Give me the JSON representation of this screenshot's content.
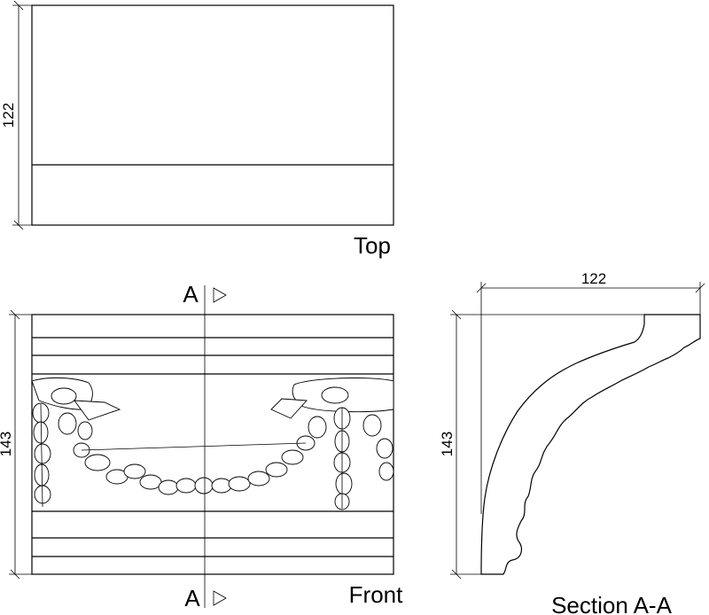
{
  "views": {
    "top": {
      "title": "Top",
      "dim_height": "122"
    },
    "front": {
      "title": "Front",
      "dim_height": "143",
      "section_marker": "A"
    },
    "section": {
      "title": "Section A-A",
      "dim_width": "122",
      "dim_height": "143"
    }
  }
}
